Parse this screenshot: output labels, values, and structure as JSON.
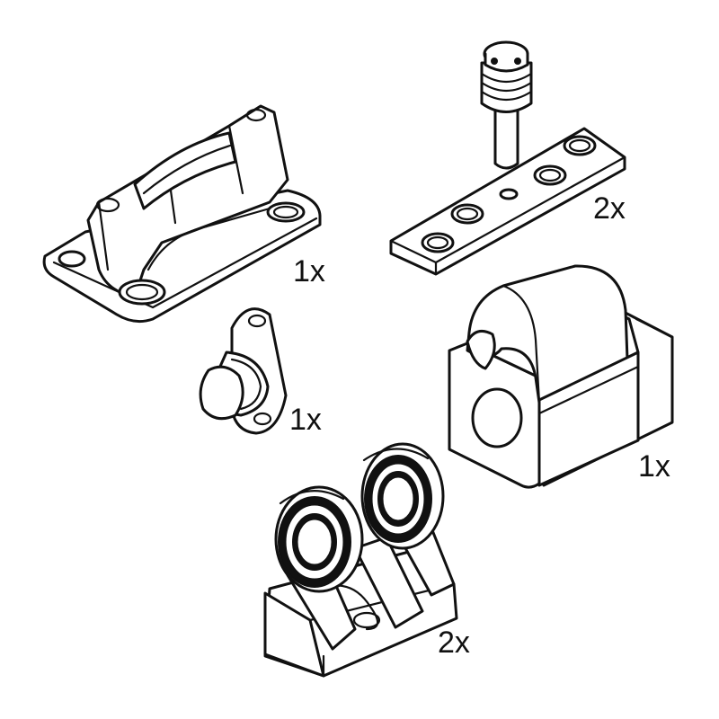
{
  "parts": [
    {
      "name": "top-guide-bracket",
      "quantity": "1x"
    },
    {
      "name": "pivot-pin-plate",
      "quantity": "2x"
    },
    {
      "name": "door-stop-bumper",
      "quantity": "1x"
    },
    {
      "name": "floor-guide-block",
      "quantity": "1x"
    },
    {
      "name": "roller-carriage",
      "quantity": "2x"
    }
  ],
  "colors": {
    "line": "#111111",
    "background": "#ffffff"
  }
}
